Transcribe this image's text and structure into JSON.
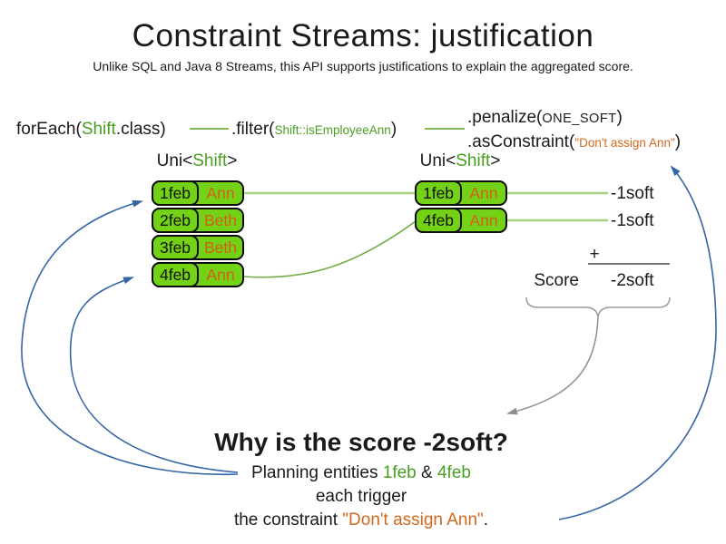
{
  "title": "Constraint Streams: justification",
  "subtitle": "Unlike SQL and Java 8 Streams, this API supports justifications to explain the aggregated score.",
  "code": {
    "foreach_prefix": "forEach(",
    "foreach_class": "Shift",
    "foreach_suffix": ".class)",
    "filter_prefix": ".filter(",
    "filter_arg": "Shift::isEmployeeAnn",
    "filter_suffix": ")",
    "penalize_prefix": ".penalize(",
    "penalize_arg": "ONE_SOFT",
    "penalize_suffix": ")",
    "asconstraint_prefix": ".asConstraint(",
    "asconstraint_arg": "\"Don't assign Ann\"",
    "asconstraint_suffix": ")"
  },
  "left_stream": {
    "type_prefix": "Uni<",
    "type_param": "Shift",
    "type_suffix": ">",
    "rows": [
      {
        "date": "1feb",
        "employee": "Ann"
      },
      {
        "date": "2feb",
        "employee": "Beth"
      },
      {
        "date": "3feb",
        "employee": "Beth"
      },
      {
        "date": "4feb",
        "employee": "Ann"
      }
    ]
  },
  "right_stream": {
    "type_prefix": "Uni<",
    "type_param": "Shift",
    "type_suffix": ">",
    "rows": [
      {
        "date": "1feb",
        "employee": "Ann",
        "penalty": "-1soft"
      },
      {
        "date": "4feb",
        "employee": "Ann",
        "penalty": "-1soft"
      }
    ]
  },
  "score_panel": {
    "plus_sign": "+",
    "score_label": "Score",
    "score_value": "-2soft"
  },
  "explanation": {
    "heading": "Why is the score -2soft?",
    "line1_prefix": "Planning entities ",
    "line1_entity1": "1feb",
    "line1_amp": " & ",
    "line1_entity2": "4feb",
    "line2": "each trigger",
    "line3_prefix": "the constraint ",
    "line3_constraint": "\"Don't assign Ann\"",
    "line3_suffix": "."
  },
  "colors": {
    "code_green": "#4a9e21",
    "box_fill_green": "#73d216",
    "light_green_line": "#a8cf7d",
    "dark_green_line": "#70ad42",
    "orange": "#d2691e",
    "blue_arrow": "#3465a4",
    "gray_arrow": "#8f8f8f",
    "text_black": "#1a1a1a"
  }
}
